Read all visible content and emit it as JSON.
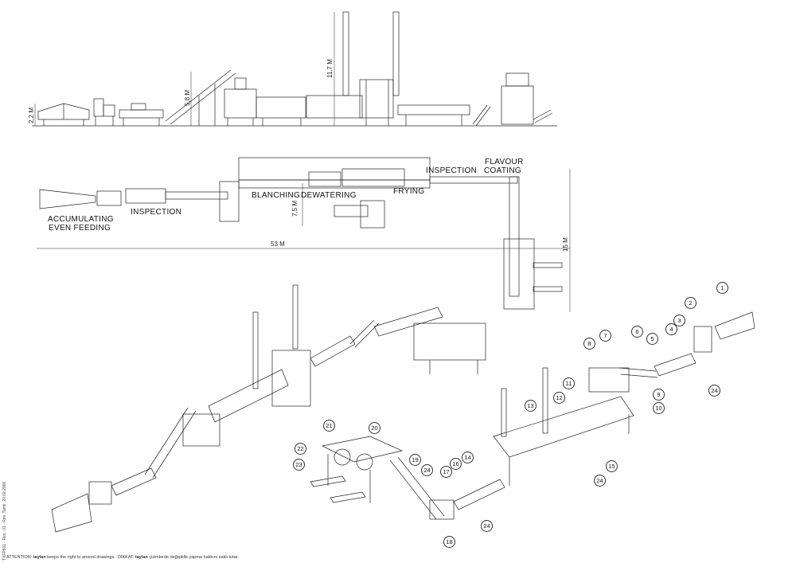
{
  "side_view": {
    "dim_height_left": "2,2 M",
    "dim_height_elevator": "5,8 M",
    "dim_height_chimney": "11,7 M"
  },
  "plan_view": {
    "labels": {
      "accumulating": "ACCUMULATING",
      "even_feeding": "EVEN FEEDING",
      "inspection_1": "INSPECTION",
      "blanching": "BLANCHING",
      "dewatering": "DEWATERING",
      "frying": "FRYING",
      "inspection_2": "INSPECTION",
      "flavour": "FLAVOUR",
      "coating": "COATING"
    },
    "dim_length": "53 M",
    "dim_width": "15 M",
    "dim_depth": "7,5 M"
  },
  "callouts": [
    "1",
    "2",
    "3",
    "4",
    "5",
    "6",
    "7",
    "8",
    "9",
    "10",
    "11",
    "12",
    "13",
    "14",
    "15",
    "16",
    "17",
    "18",
    "19",
    "20",
    "21",
    "22",
    "23",
    "24",
    "24",
    "24",
    "24",
    "24"
  ],
  "footer": {
    "attention_prefix": "ATTENTION:",
    "attention_brand": "taylan",
    "attention_text": "keeps the right to amend drawings.",
    "dikkat_prefix": "DİKKAT:",
    "dikkat_brand": "taylan",
    "dikkat_text": "çizimlerde değişiklik yapma hakkını saklı tutar."
  },
  "side_text": "TXFP601 - Rev.: 01 - Rev. Tarihi: 20.02.2006"
}
